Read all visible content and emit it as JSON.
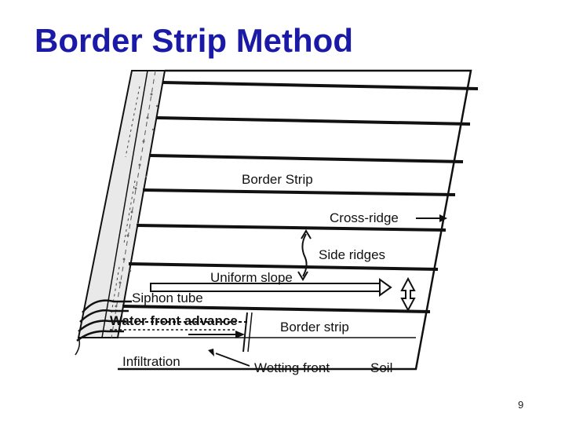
{
  "slide": {
    "title": "Border Strip Method",
    "page_number": "9"
  },
  "diagram": {
    "labels": {
      "border_strip_upper": "Border Strip",
      "cross_ridge": "Cross-ridge",
      "side_ridges": "Side ridges",
      "uniform_slope": "Uniform slope",
      "siphon_tube": "Siphon tube",
      "water_front_advance": "Water front advance",
      "border_strip_lower": "Border strip",
      "infiltration": "Infiltration",
      "wetting_front": "Wetting front",
      "soil": "Soil"
    }
  },
  "colors": {
    "title": "#1a1aa6",
    "ink": "#111111"
  }
}
